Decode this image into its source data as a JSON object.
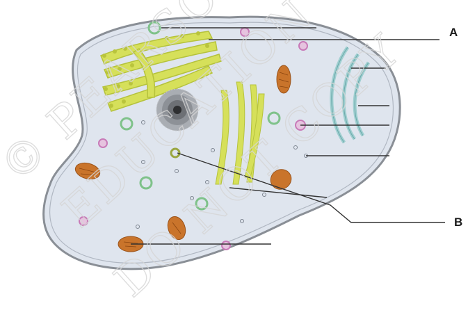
{
  "diagram": {
    "subject": "animal-cell",
    "labels": {
      "a": "A",
      "b": "B"
    },
    "watermark": [
      "© PEARSON",
      "EDUCATION",
      "DO NOT COPY"
    ],
    "colors": {
      "cytoplasm": "#dfe5ee",
      "membrane": "#8a8f96",
      "golgi": "#d6e05a",
      "mitochondria": "#c9742b",
      "er": "#9fcfd0",
      "vesicle": "#c87ab8",
      "lysosome": "#7fc28a",
      "nucleus": "#555555"
    }
  }
}
